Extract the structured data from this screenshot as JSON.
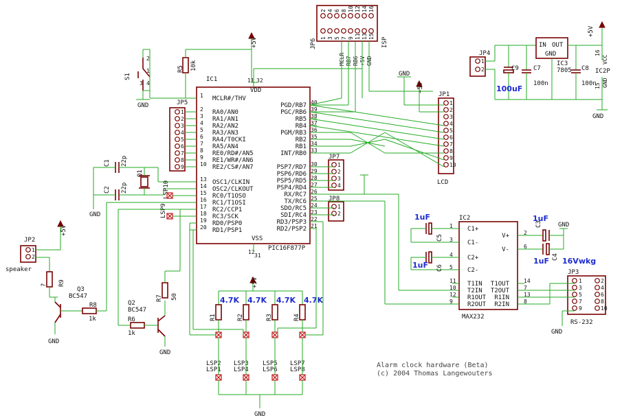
{
  "ic1": {
    "ref": "IC1",
    "part": "PIC16F877P",
    "vdd": "VDD",
    "vss": "VSS",
    "left_pins": [
      {
        "num": "1",
        "name": "MCLR#/THV"
      },
      {
        "num": "2",
        "name": "RA0/AN0"
      },
      {
        "num": "3",
        "name": "RA1/AN1"
      },
      {
        "num": "4",
        "name": "RA2/AN2"
      },
      {
        "num": "5",
        "name": "RA3/AN3"
      },
      {
        "num": "6",
        "name": "RA4/T0CKI"
      },
      {
        "num": "7",
        "name": "RA5/AN4"
      },
      {
        "num": "8",
        "name": "RE0/RD#/AN5"
      },
      {
        "num": "9",
        "name": "RE1/WR#/AN6"
      },
      {
        "num": "10",
        "name": "RE2/CS#/AN7"
      },
      {
        "num": "13",
        "name": "OSC1/CLKIN"
      },
      {
        "num": "14",
        "name": "OSC2/CLKOUT"
      },
      {
        "num": "15",
        "name": "RC0/T1OSO"
      },
      {
        "num": "16",
        "name": "RC1/T1OSI"
      },
      {
        "num": "17",
        "name": "RC2/CCP1"
      },
      {
        "num": "18",
        "name": "RC3/SCK"
      },
      {
        "num": "19",
        "name": "RD0/PSP0"
      },
      {
        "num": "20",
        "name": "RD1/PSP1"
      }
    ],
    "right_pins": [
      {
        "num": "40",
        "name": "PGD/RB7"
      },
      {
        "num": "39",
        "name": "PGC/RB6"
      },
      {
        "num": "38",
        "name": "RB5"
      },
      {
        "num": "37",
        "name": "RB4"
      },
      {
        "num": "36",
        "name": "PGM/RB3"
      },
      {
        "num": "35",
        "name": "RB2"
      },
      {
        "num": "34",
        "name": "RB1"
      },
      {
        "num": "33",
        "name": "INT/RB0"
      },
      {
        "num": "30",
        "name": "PSP7/RD7"
      },
      {
        "num": "29",
        "name": "PSP6/RD6"
      },
      {
        "num": "28",
        "name": "PSP5/RD5"
      },
      {
        "num": "27",
        "name": "PSP4/RD4"
      },
      {
        "num": "26",
        "name": "RX/RC7"
      },
      {
        "num": "25",
        "name": "TX/RC6"
      },
      {
        "num": "24",
        "name": "SDO/RC5"
      },
      {
        "num": "23",
        "name": "SDI/RC4"
      },
      {
        "num": "22",
        "name": "RD3/PSP3"
      },
      {
        "num": "21",
        "name": "RD2/PSP2"
      }
    ],
    "power_pins": [
      "11",
      "32",
      "12",
      "31"
    ]
  },
  "ic2": {
    "ref": "IC2",
    "part": "MAX232",
    "left_pins": [
      {
        "num": "1",
        "name": "C1+"
      },
      {
        "num": "3",
        "name": "C1-"
      },
      {
        "num": "4",
        "name": "C2+"
      },
      {
        "num": "5",
        "name": "C2-"
      },
      {
        "num": "11",
        "name": "T1IN"
      },
      {
        "num": "10",
        "name": "T2IN"
      },
      {
        "num": "12",
        "name": "R1OUT"
      },
      {
        "num": "9",
        "name": "R2OUT"
      }
    ],
    "right_pins": [
      {
        "num": "2",
        "name": "V+"
      },
      {
        "num": "6",
        "name": "V-"
      },
      {
        "num": "14",
        "name": "T1OUT"
      },
      {
        "num": "7",
        "name": "T2OUT"
      },
      {
        "num": "13",
        "name": "R1IN"
      },
      {
        "num": "8",
        "name": "R2IN"
      }
    ]
  },
  "ic3": {
    "ref": "IC3",
    "part": "7805",
    "in": "IN",
    "out": "OUT",
    "gnd": "GND"
  },
  "connectors": {
    "jp1": "JP1",
    "jp1_label": "LCD",
    "jp2": "JP2",
    "jp2_label": "speaker",
    "jp3": "JP3",
    "jp3_label": "RS-232",
    "jp4": "JP4",
    "jp5": "JP5",
    "jp6": "JP6",
    "jp6_label": "ISP",
    "jp6_signals": [
      "MCLR",
      "RB7",
      "RB6",
      "+5V",
      "GND"
    ],
    "jp7": "JP7",
    "jp8": "JP8"
  },
  "resistors": {
    "r1": "R1",
    "r2": "R2",
    "r3": "R3",
    "r4": "R4",
    "r5": "R5",
    "r5_val": "10k",
    "r6": "R6",
    "r6_val": "1k",
    "r7": "R7",
    "r7_val": "50",
    "r8": "R8",
    "r8_val": "1k",
    "r9": "R9",
    "r9_val": "?",
    "pullup_val": "4.7K"
  },
  "capacitors": {
    "c1": "C1",
    "c1_val": "22p",
    "c2": "C2",
    "c2_val": "22p",
    "c3": "C3",
    "c4": "C4",
    "c5": "C5",
    "c6": "C6",
    "c7": "C7",
    "c7_val": "100n",
    "c8": "C8",
    "c8_val": "100n",
    "c9": "C9",
    "c9_val": "100uF",
    "max_cap_val": "1uF",
    "max_cap_rating": "16Vwkg"
  },
  "transistors": {
    "q2": "Q2",
    "q2_part": "BC547",
    "q3": "Q3",
    "q3_part": "BC547"
  },
  "crystal": "Q1",
  "switch": "S1",
  "lsp": [
    "LSP1",
    "LSP2",
    "LSP3",
    "LSP4",
    "LSP5",
    "LSP6",
    "LSP7",
    "LSP8",
    "LSP9",
    "LSP10"
  ],
  "power": {
    "gnd": "GND",
    "vcc": "+5V"
  },
  "ic2p": {
    "ref": "IC2P",
    "vcc": "VCC",
    "gnd": "GND",
    "pin16": "16",
    "pin15": "15"
  },
  "footer": {
    "title": "Alarm clock hardware (Beta)",
    "copyright": "(c) 2004 Thomas Langewouters"
  },
  "colors": {
    "wire": "#22aa22",
    "part": "#7a0000",
    "value": "#1d2bd0",
    "text": "#111111"
  }
}
